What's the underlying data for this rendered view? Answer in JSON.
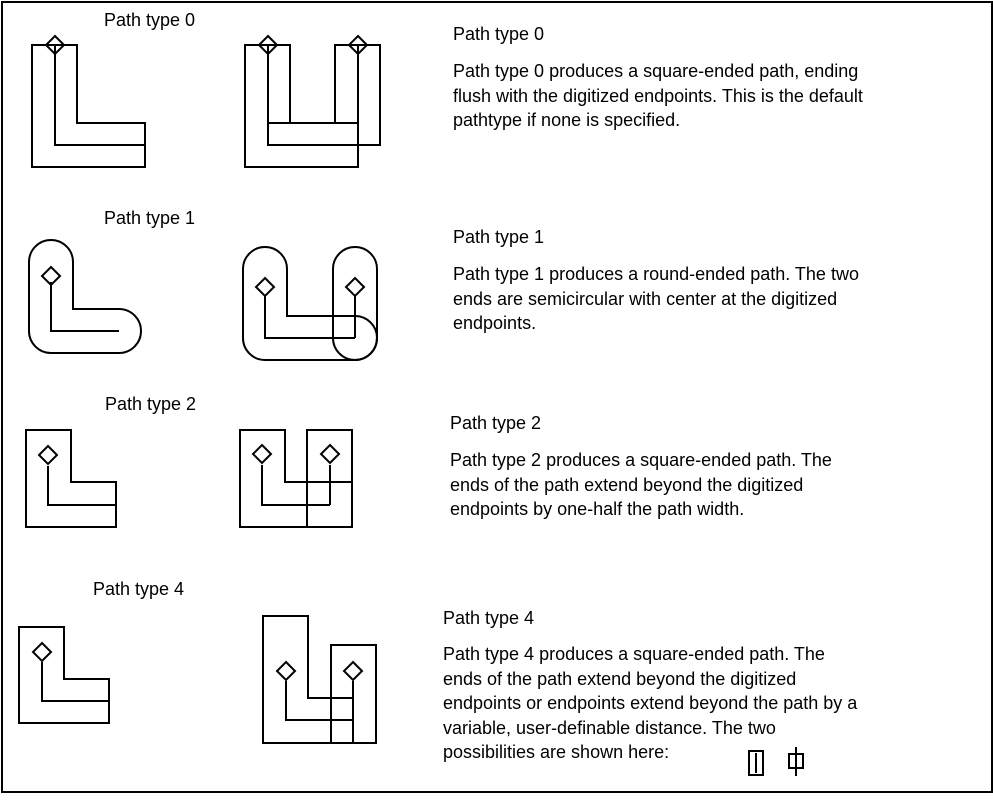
{
  "sections": [
    {
      "figure_label": "Path type 0",
      "heading": "Path type 0",
      "description": "Path type 0 produces a square-ended path, ending\nflush with the digitized endpoints. This is the default\npathtype if none is specified."
    },
    {
      "figure_label": "Path type 1",
      "heading": "Path type 1",
      "description": "Path type 1 produces a round-ended path. The two\nends are semicircular with center at the digitized\nendpoints."
    },
    {
      "figure_label": "Path type 2",
      "heading": "Path type 2",
      "description": "Path type 2 produces a square-ended path. The\nends of the path extend beyond the digitized\nendpoints by one-half the path width."
    },
    {
      "figure_label": "Path type 4",
      "heading": "Path type 4",
      "description": "Path type 4 produces a square-ended path. The\nends of the path extend beyond the digitized\nendpoints or endpoints extend beyond the path by a\nvariable, user-definable distance. The two\npossibilities are shown here:"
    }
  ]
}
